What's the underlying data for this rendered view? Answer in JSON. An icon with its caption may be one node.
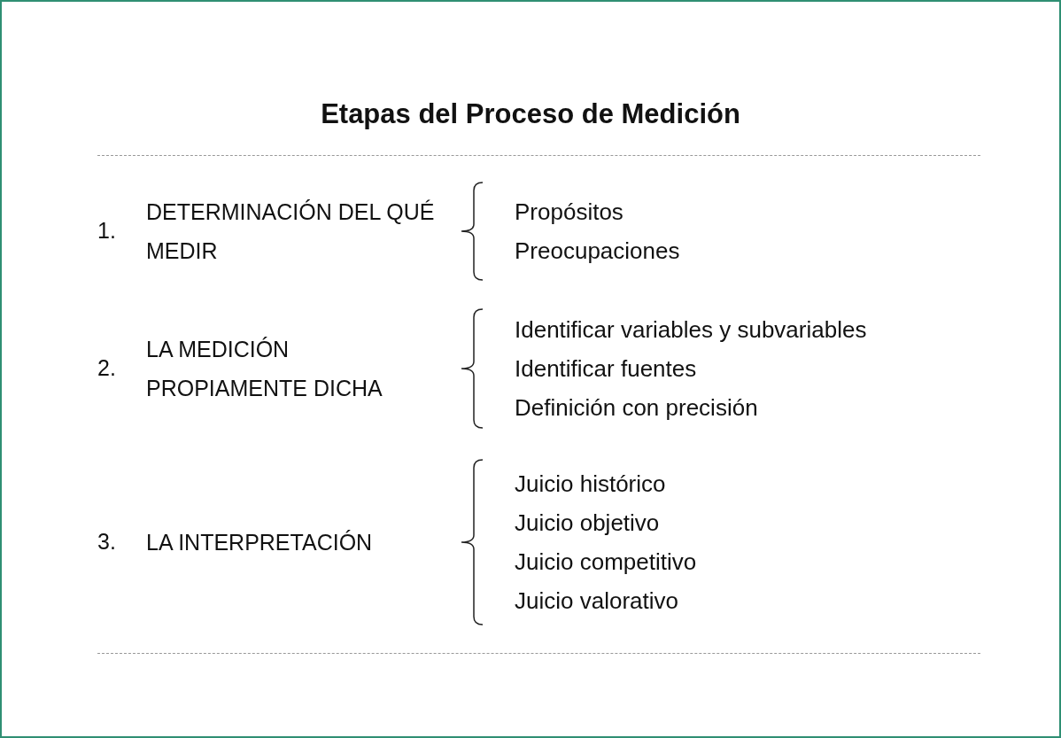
{
  "diagram": {
    "title": "Etapas del Proceso de Medición",
    "labels": [
      "1.",
      "DETERMINACIÓN DEL QUÉ MEDIR",
      "Propósitos",
      "Preocupaciones",
      "2.",
      "LA MEDICIÓN PROPIAMENTE DICHA",
      "Identificar variables y subvariables",
      "Identificar fuentes",
      "Definición con precisión",
      "3.",
      "LA INTERPRETACIÓN",
      "Juicio histórico",
      "Juicio objetivo",
      "Juicio competitivo",
      "Juicio valorativo"
    ]
  }
}
